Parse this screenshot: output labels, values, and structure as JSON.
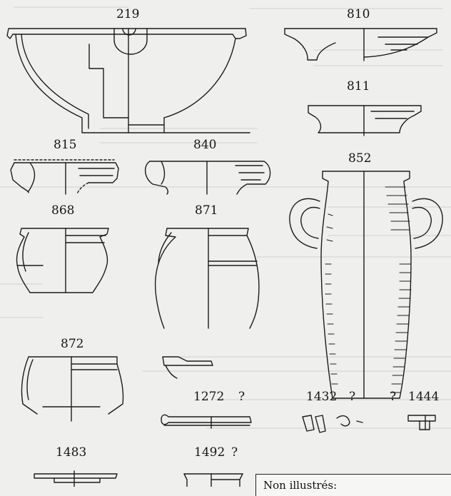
{
  "catalogue_numbers": [
    {
      "id": "219"
    },
    {
      "id": "810"
    },
    {
      "id": "811"
    },
    {
      "id": "815"
    },
    {
      "id": "840"
    },
    {
      "id": "852"
    },
    {
      "id": "868"
    },
    {
      "id": "871"
    },
    {
      "id": "872"
    },
    {
      "id": "1272"
    },
    {
      "id": "1432"
    },
    {
      "id": "1444"
    },
    {
      "id": "1483"
    },
    {
      "id": "1492"
    }
  ],
  "uncertain_mark": "?",
  "note_box": {
    "text": "Non illustrés:"
  }
}
